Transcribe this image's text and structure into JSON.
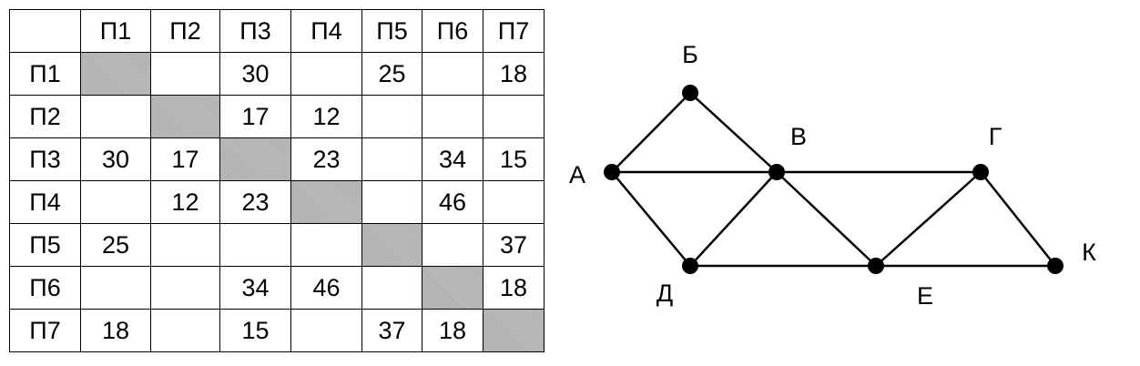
{
  "table": {
    "headers": [
      "",
      "П1",
      "П2",
      "П3",
      "П4",
      "П5",
      "П6",
      "П7"
    ],
    "rows": [
      {
        "label": "П1",
        "cells": [
          "",
          "",
          "30",
          "",
          "25",
          "",
          "18"
        ]
      },
      {
        "label": "П2",
        "cells": [
          "",
          "",
          "17",
          "12",
          "",
          "",
          ""
        ]
      },
      {
        "label": "П3",
        "cells": [
          "30",
          "17",
          "",
          "23",
          "",
          "34",
          "15"
        ]
      },
      {
        "label": "П4",
        "cells": [
          "",
          "12",
          "23",
          "",
          "",
          "46",
          ""
        ]
      },
      {
        "label": "П5",
        "cells": [
          "25",
          "",
          "",
          "",
          "",
          "",
          "37"
        ]
      },
      {
        "label": "П6",
        "cells": [
          "",
          "",
          "34",
          "46",
          "",
          "",
          "18"
        ]
      },
      {
        "label": "П7",
        "cells": [
          "18",
          "",
          "15",
          "",
          "37",
          "18",
          ""
        ]
      }
    ],
    "diagonal_color": "#b4b4b4"
  },
  "graph": {
    "nodes": [
      "А",
      "Б",
      "В",
      "Г",
      "Д",
      "Е",
      "К"
    ],
    "edges": [
      [
        "А",
        "Б"
      ],
      [
        "Б",
        "В"
      ],
      [
        "А",
        "В"
      ],
      [
        "В",
        "Г"
      ],
      [
        "А",
        "Д"
      ],
      [
        "Д",
        "В"
      ],
      [
        "В",
        "Е"
      ],
      [
        "Д",
        "Е"
      ],
      [
        "Е",
        "Г"
      ],
      [
        "Г",
        "К"
      ],
      [
        "Е",
        "К"
      ]
    ]
  }
}
